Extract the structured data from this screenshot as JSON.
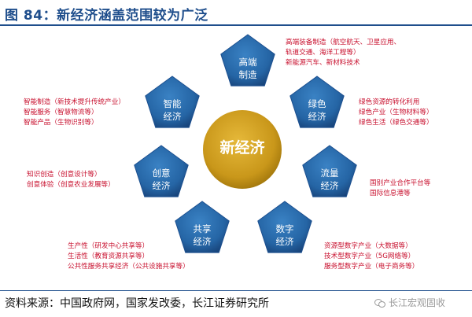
{
  "header": {
    "title": "图 84：新经济涵盖范围较为广泛"
  },
  "center": {
    "label": "新经济"
  },
  "nodes": [
    {
      "id": "high-end",
      "line1": "高端",
      "line2": "制造",
      "items": [
        "高端装备制造（航空航天、卫星应用、",
        "轨道交通、海洋工程等）",
        "新能源汽车、新材料技术"
      ]
    },
    {
      "id": "green",
      "line1": "绿色",
      "line2": "经济",
      "items": [
        "绿色资源的转化利用",
        "绿色产业（生物材料等）",
        "绿色生活（绿色交通等）"
      ]
    },
    {
      "id": "traffic",
      "line1": "流量",
      "line2": "经济",
      "items": [
        "国别产业合作平台等",
        "国际信息港等"
      ]
    },
    {
      "id": "digital",
      "line1": "数字",
      "line2": "经济",
      "items": [
        "资源型数字产业（大数据等）",
        "技术型数字产业（5G网络等）",
        "服务型数字产业（电子商务等）"
      ]
    },
    {
      "id": "sharing",
      "line1": "共享",
      "line2": "经济",
      "items": [
        "生产性（研发中心共享等）",
        "生活性（教育资源共享等）",
        "公共性服务共享经济（公共设施共享等）"
      ]
    },
    {
      "id": "creative",
      "line1": "创意",
      "line2": "经济",
      "items": [
        "知识创造（创意设计等）",
        "创意体验（创意农业发展等）"
      ]
    },
    {
      "id": "smart",
      "line1": "智能",
      "line2": "经济",
      "items": [
        "智能制造（新技术提升传统产业）",
        "智能服务（智慧物流等）",
        "智能产品（生物识别等）"
      ]
    }
  ],
  "footer": {
    "source": "资料来源：中国政府网，国家发改委，长江证券研究所"
  },
  "watermark": {
    "text": "长江宏观固收"
  },
  "colors": {
    "title": "#1f4e8c",
    "pentagon_outer": "#1c4f8f",
    "pentagon_inner": "#2a6fb3",
    "center_outer": "#a67b0c",
    "center_inner": "#d8a71e",
    "annotation": "#c8102e"
  }
}
